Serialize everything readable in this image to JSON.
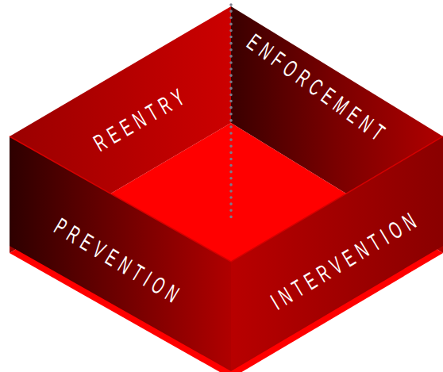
{
  "diagram": {
    "nodes": [
      {
        "text": [
          "REENTRY"
        ]
      },
      {
        "text": [
          "ENFORCEMENT"
        ]
      },
      {
        "text": [
          "PREVENTION"
        ]
      },
      {
        "text": [
          "INTERVENTION"
        ]
      }
    ]
  }
}
